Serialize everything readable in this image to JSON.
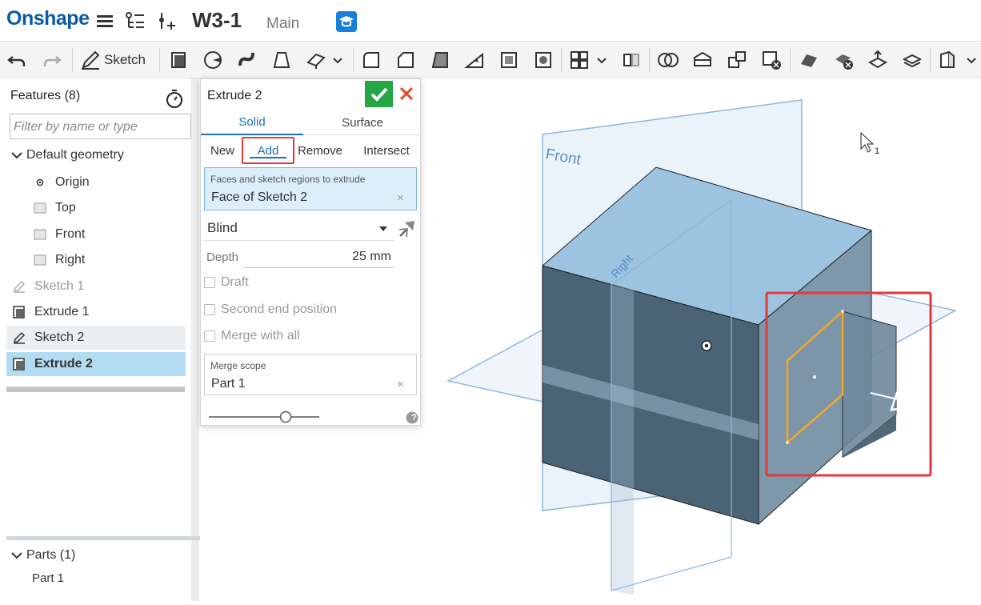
{
  "app": {
    "logo": "Onshape",
    "document_title": "W3-1",
    "workspace": "Main"
  },
  "toolbar": {
    "sketch_label": "Sketch"
  },
  "features": {
    "title": "Features (8)",
    "filter_placeholder": "Filter by name or type",
    "default_geometry_label": "Default geometry",
    "items": [
      {
        "label": "Origin",
        "icon": "origin-icon"
      },
      {
        "label": "Top",
        "icon": "plane-icon"
      },
      {
        "label": "Front",
        "icon": "plane-icon"
      },
      {
        "label": "Right",
        "icon": "plane-icon"
      },
      {
        "label": "Sketch 1",
        "icon": "sketch-icon",
        "state": "greyed"
      },
      {
        "label": "Extrude 1",
        "icon": "extrude-icon"
      },
      {
        "label": "Sketch 2",
        "icon": "sketch-icon",
        "state": "hover"
      },
      {
        "label": "Extrude 2",
        "icon": "extrude-icon",
        "state": "selected"
      }
    ]
  },
  "parts": {
    "title": "Parts (1)",
    "items": [
      "Part 1"
    ]
  },
  "dialog": {
    "title": "Extrude 2",
    "tabs": [
      "Solid",
      "Surface"
    ],
    "active_tab": "Solid",
    "operations": [
      "New",
      "Add",
      "Remove",
      "Intersect"
    ],
    "active_operation": "Add",
    "faces_label": "Faces and sketch regions to extrude",
    "faces_value": "Face of Sketch 2",
    "end_type": "Blind",
    "depth_label": "Depth",
    "depth_value": "25 mm",
    "checkboxes": [
      {
        "label": "Draft",
        "checked": false
      },
      {
        "label": "Second end position",
        "checked": false
      },
      {
        "label": "Merge with all",
        "checked": false
      }
    ],
    "merge_scope_label": "Merge scope",
    "merge_scope_value": "Part 1",
    "clear_symbol": "×",
    "help_symbol": "?"
  },
  "viewport": {
    "front_plane_label": "Front",
    "right_plane_label": "Right",
    "cursor_count": "1"
  },
  "colors": {
    "brand": "#0a5aa8",
    "accent": "#1f6fb8",
    "ok": "#26a544",
    "highlight": "#e03a3a",
    "selected_row": "#b3dcf2",
    "face_highlight": "#f5a623"
  }
}
